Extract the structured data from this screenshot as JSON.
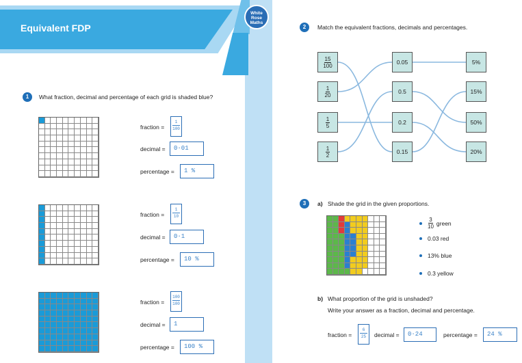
{
  "header": {
    "title": "Equivalent FDP",
    "logo_text": [
      "White",
      "Rose",
      "Maths"
    ]
  },
  "q1": {
    "number": "1",
    "prompt": "What fraction, decimal and percentage of each grid is shaded blue?",
    "labels": {
      "fraction": "fraction =",
      "decimal": "decimal =",
      "percentage": "percentage ="
    },
    "items": [
      {
        "shaded": "1 cell",
        "fraction_num": "1",
        "fraction_den": "100",
        "decimal": "0·01",
        "percentage": "1 %"
      },
      {
        "shaded": "1 column",
        "fraction_num": "1",
        "fraction_den": "10",
        "decimal": "0·1",
        "percentage": "10 %"
      },
      {
        "shaded": "all",
        "fraction_num": "100",
        "fraction_den": "100",
        "decimal": "1",
        "percentage": "100 %"
      }
    ]
  },
  "q2": {
    "number": "2",
    "prompt": "Match the equivalent fractions, decimals and percentages.",
    "fractions": [
      {
        "num": "15",
        "den": "100"
      },
      {
        "num": "1",
        "den": "20"
      },
      {
        "num": "1",
        "den": "5"
      },
      {
        "num": "1",
        "den": "2"
      }
    ],
    "decimals": [
      "0.05",
      "0.5",
      "0.2",
      "0.15"
    ],
    "percentages": [
      "5%",
      "15%",
      "50%",
      "20%"
    ]
  },
  "q3": {
    "number": "3",
    "part_a_label": "a)",
    "part_a_prompt": "Shade the grid in the given proportions.",
    "proportions": [
      {
        "frac_num": "3",
        "frac_den": "10",
        "text": "green"
      },
      {
        "text": "0.03 red"
      },
      {
        "text": "13% blue"
      },
      {
        "text": "0.3 yellow"
      }
    ],
    "part_b_label": "b)",
    "part_b_prompt": "What proportion of the grid is unshaded?",
    "part_b_instruction": "Write your answer as a fraction, decimal and percentage.",
    "answer": {
      "fraction_label": "fraction =",
      "fraction_num": "6",
      "fraction_den": "25",
      "decimal_label": "decimal =",
      "decimal": "0·24",
      "percentage_label": "percentage =",
      "percentage": "24 %"
    }
  }
}
